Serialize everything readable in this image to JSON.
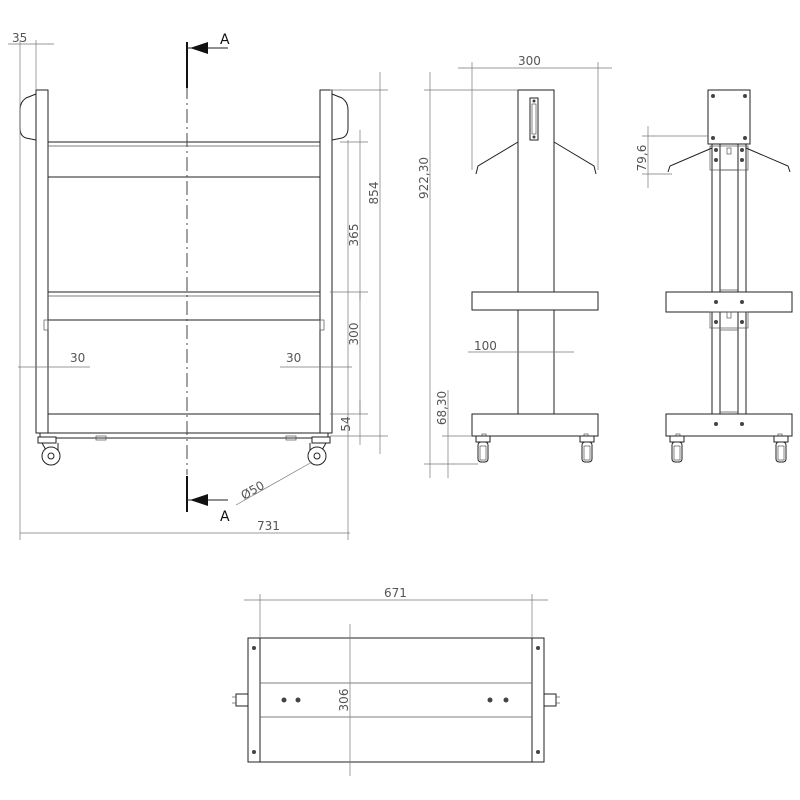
{
  "drawing": {
    "section": {
      "top": "A",
      "bottom": "A"
    },
    "front_view": {
      "dims": {
        "offset_top_left": "35",
        "height_total": "854",
        "shelf_gap_upper": "365",
        "shelf_gap_lower": "300",
        "bottom_clearance": "54",
        "inset_left": "30",
        "inset_right": "30",
        "wheel_diameter": "Ø50",
        "width_total": "731"
      }
    },
    "side_view": {
      "dims": {
        "top_width": "300",
        "height_total": "922,30",
        "post_width": "100",
        "bottom_height": "68,30"
      }
    },
    "back_view": {
      "dims": {
        "bracket_height": "79,6"
      }
    },
    "top_view": {
      "dims": {
        "length": "671",
        "depth": "306"
      }
    }
  }
}
